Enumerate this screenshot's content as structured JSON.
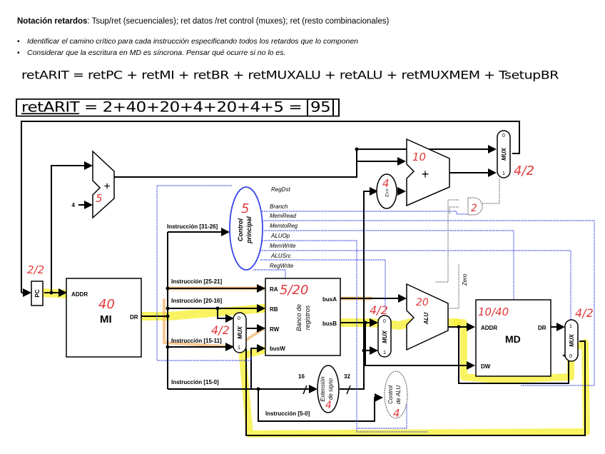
{
  "header": {
    "notation_label": "Notación retardos",
    "notation_text": ": Tsup/ret (secuenciales); ret datos /ret control (muxes); ret (resto combinacionales)"
  },
  "bullets": [
    "Identificar el camino crítico para cada instrucción especificando todos los retardos que lo componen",
    "Considerar que la escritura en MD es síncrona. Pensar qué ocurre si no lo es."
  ],
  "handwritten": {
    "formula": "retARIT = retPC + retMI + retBR + retMUXALU + retALU + retMUXMEM + TsetupBR",
    "result_lhs": "retARIT",
    "result_rhs": "= 2+40+20+4+20+4+5 =",
    "result_total": "95"
  },
  "diagram": {
    "pc": {
      "label": "PC",
      "delay": "2/2"
    },
    "adder_pc4": {
      "symbol": "+",
      "const_input": "4",
      "delay": "5"
    },
    "mi": {
      "label": "MI",
      "addr": "ADDR",
      "dr": "DR",
      "delay": "40"
    },
    "adder_branch": {
      "symbol": "+",
      "delay": "10"
    },
    "shift": {
      "label": "<<2",
      "delay": "4"
    },
    "and_gate": {
      "delay": "2"
    },
    "mux_pc": {
      "label": "MUX",
      "in0": "0",
      "in1": "1",
      "delay": "4/2"
    },
    "control": {
      "label1": "Control",
      "label2": "principal",
      "delay": "5"
    },
    "signals": [
      "RegDst",
      "Branch",
      "MemRead",
      "MemtoReg",
      "ALUOp",
      "MemWrite",
      "ALUSrc",
      "RegWrite"
    ],
    "instr_fields": {
      "op": "Instrucción [31-26]",
      "rs": "Instrucción [25-21]",
      "rt": "Instrucción [20-16]",
      "rd": "Instrucción [15-11]",
      "imm": "Instrucción [15-0]",
      "funct": "Instrucción [5-0]"
    },
    "mux_regdst": {
      "label": "MUX",
      "in0": "0",
      "in1": "1",
      "delay": "4/2"
    },
    "regfile": {
      "label1": "Banco de",
      "label2": "registros",
      "ra": "RA",
      "rb": "RB",
      "rw": "RW",
      "busw": "busW",
      "busa": "busA",
      "busb": "busB",
      "delay": "5/20"
    },
    "mux_alu": {
      "label": "MUX",
      "in0": "0",
      "in1": "1",
      "delay": "4/2"
    },
    "alu": {
      "label": "ALU",
      "zero": "Zero",
      "delay": "20"
    },
    "md": {
      "label": "MD",
      "addr": "ADDR",
      "dr": "DR",
      "dw": "DW",
      "delay": "10/40"
    },
    "mux_mem": {
      "label": "MUX",
      "in0": "0",
      "in1": "1",
      "delay": "4/2"
    },
    "sign_ext": {
      "label1": "Extensión",
      "label2": "de signo",
      "in_width": "16",
      "out_width": "32",
      "delay": "4"
    },
    "alu_control": {
      "label1": "Control",
      "label2": "de ALU",
      "delay": "4"
    }
  },
  "colors": {
    "wire": "#000000",
    "control_wire": "#3a46e8",
    "annotation": "#e0383b",
    "highlight_yellow": "#f7f03a",
    "highlight_orange": "#f5b46a"
  }
}
